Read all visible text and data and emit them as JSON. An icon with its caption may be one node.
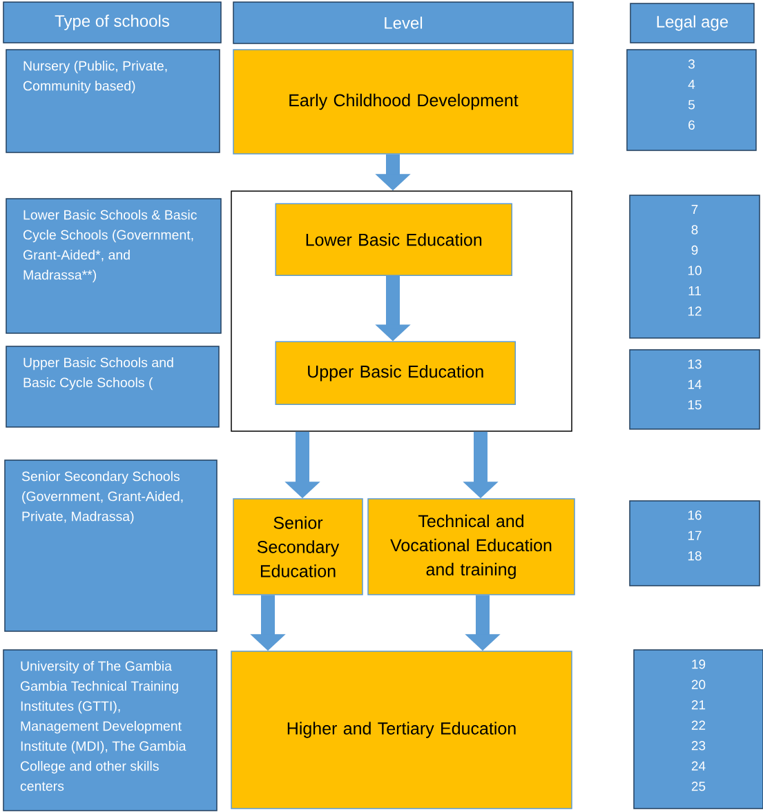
{
  "diagram": {
    "nodes": [
      {
        "text": [
          "Type of schools"
        ]
      },
      {
        "text": [
          "Level"
        ]
      },
      {
        "text": [
          "Legal age"
        ]
      },
      {
        "text": [
          "Nursery (Public, Private, Community based)"
        ]
      },
      {
        "text": [
          "Early Childhood Development"
        ]
      },
      {
        "text": [
          "3",
          "4",
          "5",
          "6"
        ]
      },
      {
        "text": [
          "Lower Basic Schools & Basic Cycle Schools (Government, Grant-Aided*, and Madrassa**)"
        ]
      },
      {
        "text": [],
        "shape": "box"
      },
      {
        "text": [
          "Lower Basic Education"
        ],
        "in": 7
      },
      {
        "text": [
          "Upper Basic Education"
        ],
        "in": 7
      },
      {
        "text": [
          "7",
          "8",
          "9",
          "10",
          "11",
          "12"
        ]
      },
      {
        "text": [
          "Upper Basic Schools and Basic Cycle Schools ("
        ]
      },
      {
        "text": [
          "13",
          "14",
          "15"
        ]
      },
      {
        "text": [
          "Senior Secondary Schools (Government, Grant-Aided, Private, Madrassa)"
        ]
      },
      {
        "text": [
          "Senior Secondary Education"
        ]
      },
      {
        "text": [
          "Technical and Vocational Education and training"
        ]
      },
      {
        "text": [
          "16",
          "17",
          "18"
        ]
      },
      {
        "text": [
          "University of The Gambia Gambia Technical Training Institutes (GTTI), Management Development Institute (MDI), The Gambia College and other skills centers"
        ]
      },
      {
        "text": [
          "Higher and Tertiary Education"
        ]
      },
      {
        "text": [
          "19",
          "20",
          "21",
          "22",
          "23",
          "24",
          "25"
        ]
      }
    ],
    "edges": [
      {
        "from": 4,
        "to": 7,
        "arrow": "to"
      },
      {
        "from": 8,
        "to": 9,
        "arrow": "to"
      },
      {
        "from": 7,
        "to": 14,
        "arrow": "to"
      },
      {
        "from": 7,
        "to": 15,
        "arrow": "to"
      },
      {
        "from": 14,
        "to": 18,
        "arrow": "to"
      },
      {
        "from": 15,
        "to": 18,
        "arrow": "to"
      }
    ]
  }
}
